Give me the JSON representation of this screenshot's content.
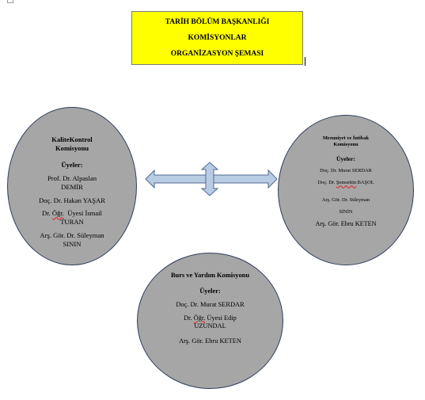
{
  "title": {
    "line1": "TARİH BÖLÜM BAŞKANLIĞI",
    "line2": "KOMİSYONLAR",
    "line3": "ORGANİZASYON ŞEMASI"
  },
  "colors": {
    "title_fill": "#ffff00",
    "node_fill": "#a6a6a6",
    "node_border": "#2f3e5c",
    "arrow_fill": "#b8cce4",
    "arrow_stroke": "#4f6a8f"
  },
  "nodes": {
    "quality": {
      "title1": "KaliteKontrol",
      "title2": "Komisyonu",
      "members_label": "Üyeler:",
      "m1a": "Prof. Dr. Alpaslan",
      "m1b": "DEMİR",
      "m2": "Doç. Dr. Hakan YAŞAR",
      "m3a_prefix": "Dr. ",
      "m3a_wavy": "Öğr.",
      "m3a_rest": "  Üyesi İsmail",
      "m3b": "TURAN",
      "m4a": "Arş. Gör. Dr. Süleyman",
      "m4b": "SININ"
    },
    "graduation": {
      "title1": "Mezuniyet ve İntibak",
      "title2": "Komisyonu",
      "members_label": "Üyeler:",
      "m1": "Doç. Dr. Murat SERDAR",
      "m2_prefix": "Doç. Dr. ",
      "m2_wavy": "Şemsettin",
      "m2_rest": " BAŞOL",
      "m3a": "Arş. Gör. Dr. Süleyman",
      "m3b": "SİNİN",
      "m4": "Arş. Gör. Ebru KETEN"
    },
    "scholarship": {
      "title": "Burs ve Yardım Komisyonu",
      "members_label": "Üyeler:",
      "m1": "Doç. Dr. Murat SERDAR",
      "m2a_prefix": "Dr. ",
      "m2a_wavy": "Öğr.",
      "m2a_rest": " Üyesi Edip",
      "m2b": "UZUNDAL",
      "m3": "Arş. Gör. Ebru KETEN"
    }
  }
}
